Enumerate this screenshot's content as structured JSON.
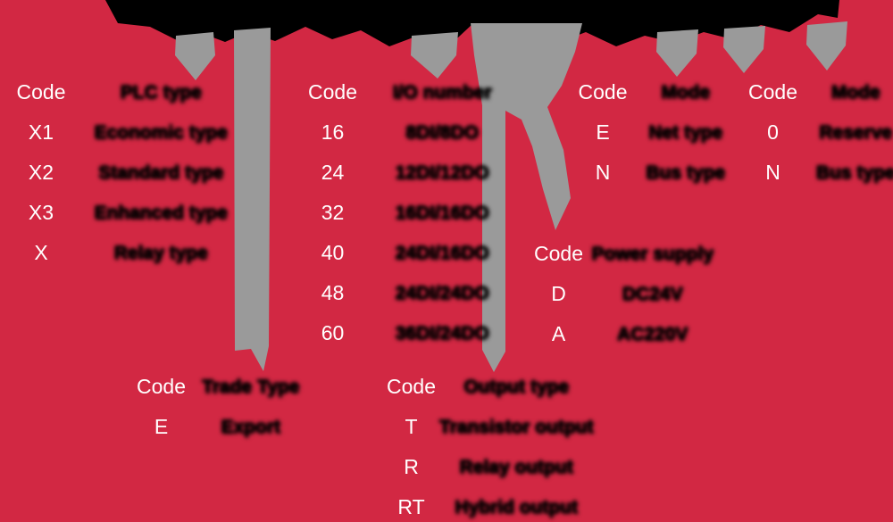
{
  "colors": {
    "background": "#d22843",
    "arrow_gray": "#9a9a9a",
    "text_white": "#ffffff",
    "text_black": "#000000"
  },
  "sections": {
    "plc_type": {
      "code_header": "Code",
      "label_header": "PLC type",
      "rows": [
        {
          "code": "X1",
          "label": "Economic type"
        },
        {
          "code": "X2",
          "label": "Standard type"
        },
        {
          "code": "X3",
          "label": "Enhanced type"
        },
        {
          "code": "X",
          "label": "Relay type"
        }
      ]
    },
    "io_number": {
      "code_header": "Code",
      "label_header": "I/O number",
      "rows": [
        {
          "code": "16",
          "label": "8DI/8DO"
        },
        {
          "code": "24",
          "label": "12DI/12DO"
        },
        {
          "code": "32",
          "label": "16DI/16DO"
        },
        {
          "code": "40",
          "label": "24DI/16DO"
        },
        {
          "code": "48",
          "label": "24DI/24DO"
        },
        {
          "code": "60",
          "label": "36DI/24DO"
        }
      ]
    },
    "mode_left": {
      "code_header": "Code",
      "label_header": "Mode",
      "rows": [
        {
          "code": "E",
          "label": "Net type"
        },
        {
          "code": "N",
          "label": "Bus type"
        }
      ]
    },
    "mode_right": {
      "code_header": "Code",
      "label_header": "Mode",
      "rows": [
        {
          "code": "0",
          "label": "Reserve"
        },
        {
          "code": "N",
          "label": "Bus type"
        }
      ]
    },
    "power_supply": {
      "code_header": "Code",
      "label_header": "Power supply",
      "rows": [
        {
          "code": "D",
          "label": "DC24V"
        },
        {
          "code": "A",
          "label": "AC220V"
        }
      ]
    },
    "trade_type": {
      "code_header": "Code",
      "label_header": "Trade Type",
      "rows": [
        {
          "code": "E",
          "label": "Export"
        }
      ]
    },
    "output_type": {
      "code_header": "Code",
      "label_header": "Output type",
      "rows": [
        {
          "code": "T",
          "label": "Transistor output"
        },
        {
          "code": "R",
          "label": "Relay output"
        },
        {
          "code": "RT",
          "label": "Hybrid output"
        }
      ]
    }
  }
}
